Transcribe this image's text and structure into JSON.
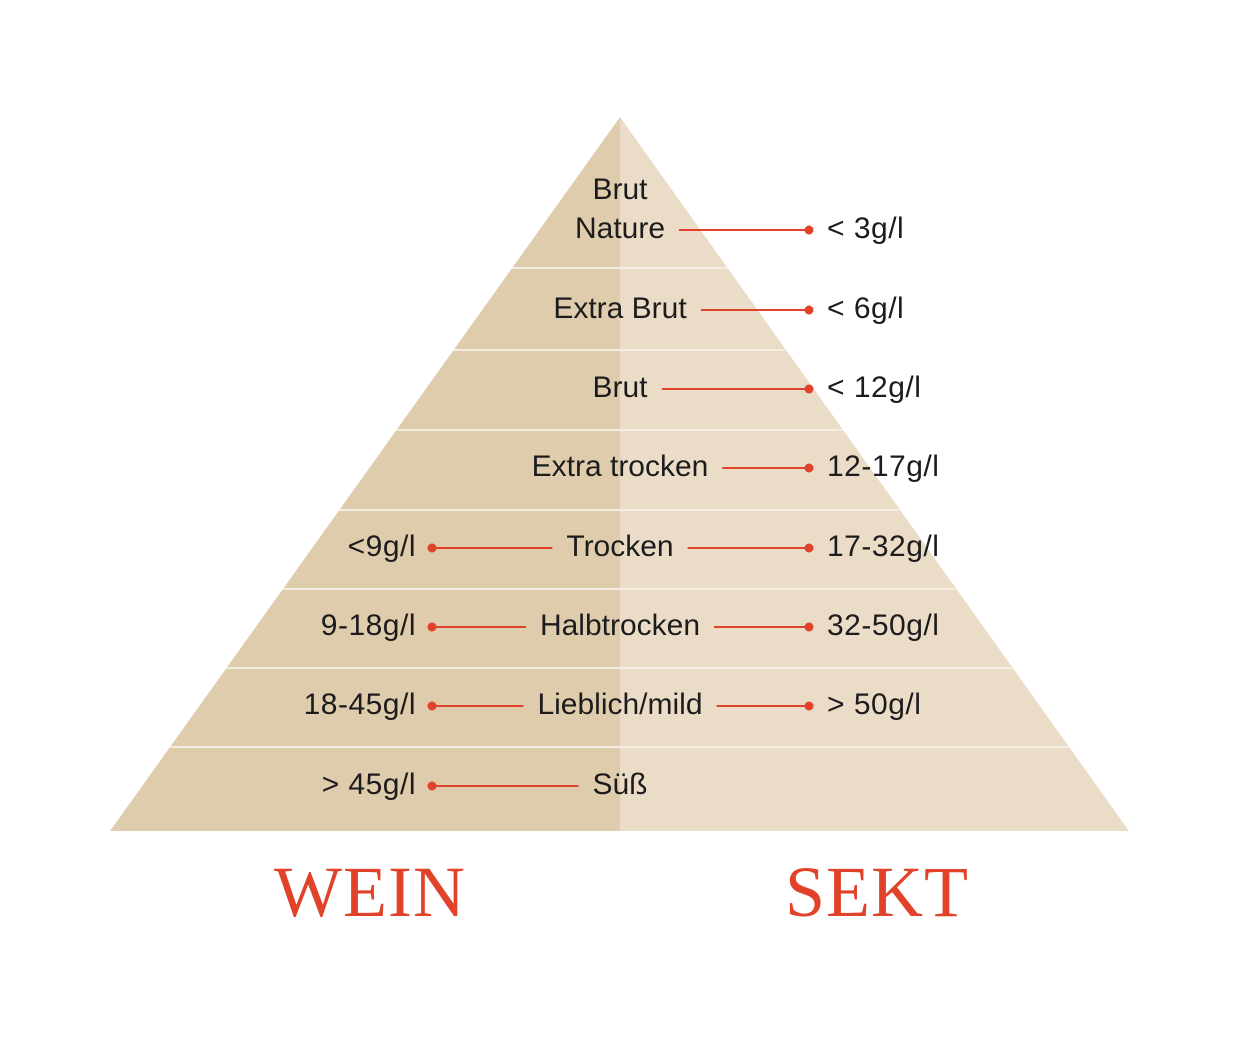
{
  "colors": {
    "left_fill": "#dfccad",
    "right_fill": "#ebdcc7",
    "divider": "#f4ede2",
    "accent": "#e0432a",
    "text": "#1c1c1c"
  },
  "footer": {
    "left_title": "WEIN",
    "right_title": "SEKT"
  },
  "levels": [
    {
      "name": "Brut Nature",
      "lines": [
        "Brut",
        "Nature"
      ],
      "wein": "",
      "sekt": "< 3g/l"
    },
    {
      "name": "Extra Brut",
      "lines": [
        "Extra Brut"
      ],
      "wein": "",
      "sekt": "< 6g/l"
    },
    {
      "name": "Brut",
      "lines": [
        "Brut"
      ],
      "wein": "",
      "sekt": "< 12g/l"
    },
    {
      "name": "Extra trocken",
      "lines": [
        "Extra trocken"
      ],
      "wein": "",
      "sekt": "12-17g/l"
    },
    {
      "name": "Trocken",
      "lines": [
        "Trocken"
      ],
      "wein": "<9g/l",
      "sekt": "17-32g/l"
    },
    {
      "name": "Halbtrocken",
      "lines": [
        "Halbtrocken"
      ],
      "wein": "9-18g/l",
      "sekt": "32-50g/l"
    },
    {
      "name": "Lieblich/mild",
      "lines": [
        "Lieblich/mild"
      ],
      "wein": "18-45g/l",
      "sekt": "> 50g/l"
    },
    {
      "name": "Süß",
      "lines": [
        "Süß"
      ],
      "wein": "> 45g/l",
      "sekt": ""
    }
  ]
}
